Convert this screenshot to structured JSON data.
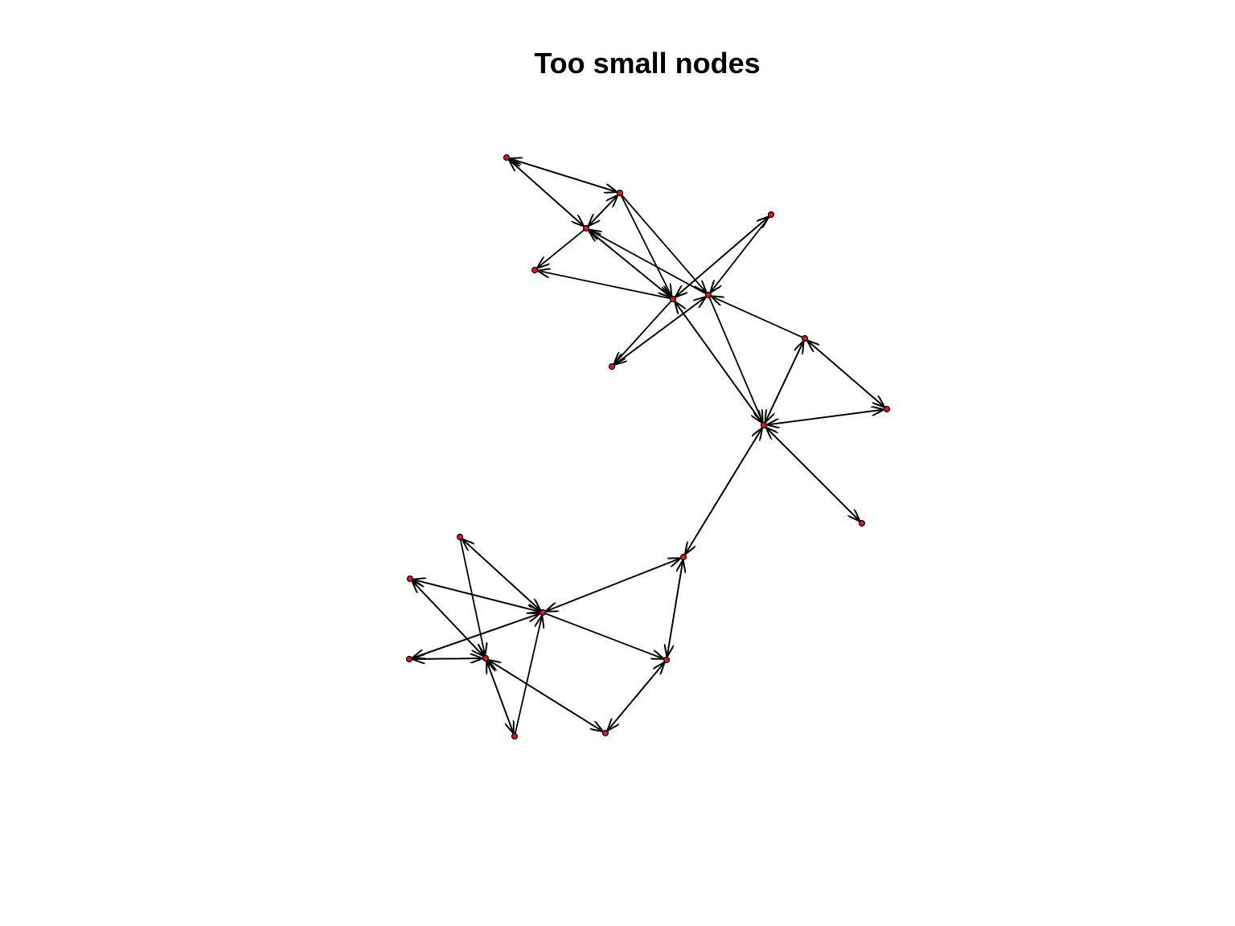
{
  "title": "Too small nodes",
  "colors": {
    "node_fill": "#e8141c",
    "node_stroke": "#000000",
    "edge": "#000000",
    "background": "#ffffff"
  },
  "graph": {
    "node_count": 21,
    "node_ids": [
      "n1",
      "n2",
      "n3",
      "n4",
      "n5",
      "n6",
      "n7",
      "n8",
      "n9",
      "n10",
      "n11",
      "n12",
      "n13",
      "n14",
      "n15",
      "n16",
      "n17",
      "n18",
      "n19",
      "n20",
      "n21"
    ],
    "edges": [
      {
        "from": "n1",
        "to": "n2"
      },
      {
        "from": "n2",
        "to": "n1"
      },
      {
        "from": "n1",
        "to": "n3"
      },
      {
        "from": "n3",
        "to": "n1"
      },
      {
        "from": "n2",
        "to": "n3"
      },
      {
        "from": "n3",
        "to": "n2"
      },
      {
        "from": "n3",
        "to": "n4"
      },
      {
        "from": "n2",
        "to": "n7"
      },
      {
        "from": "n2",
        "to": "n6"
      },
      {
        "from": "n6",
        "to": "n4"
      },
      {
        "from": "n3",
        "to": "n6"
      },
      {
        "from": "n6",
        "to": "n3"
      },
      {
        "from": "n7",
        "to": "n3"
      },
      {
        "from": "n6",
        "to": "n5"
      },
      {
        "from": "n5",
        "to": "n6"
      },
      {
        "from": "n5",
        "to": "n7"
      },
      {
        "from": "n6",
        "to": "n8"
      },
      {
        "from": "n7",
        "to": "n8"
      },
      {
        "from": "n9",
        "to": "n7"
      },
      {
        "from": "n8",
        "to": "n7"
      },
      {
        "from": "n6",
        "to": "n10"
      },
      {
        "from": "n10",
        "to": "n6"
      },
      {
        "from": "n7",
        "to": "n10"
      },
      {
        "from": "n9",
        "to": "n11"
      },
      {
        "from": "n11",
        "to": "n9"
      },
      {
        "from": "n10",
        "to": "n9"
      },
      {
        "from": "n9",
        "to": "n10"
      },
      {
        "from": "n11",
        "to": "n10"
      },
      {
        "from": "n10",
        "to": "n11"
      },
      {
        "from": "n10",
        "to": "n12"
      },
      {
        "from": "n12",
        "to": "n10"
      },
      {
        "from": "n10",
        "to": "n13"
      },
      {
        "from": "n13",
        "to": "n10"
      },
      {
        "from": "n13",
        "to": "n15"
      },
      {
        "from": "n15",
        "to": "n13"
      },
      {
        "from": "n13",
        "to": "n19"
      },
      {
        "from": "n19",
        "to": "n13"
      },
      {
        "from": "n15",
        "to": "n14"
      },
      {
        "from": "n14",
        "to": "n15"
      },
      {
        "from": "n15",
        "to": "n16"
      },
      {
        "from": "n16",
        "to": "n15"
      },
      {
        "from": "n15",
        "to": "n17"
      },
      {
        "from": "n17",
        "to": "n15"
      },
      {
        "from": "n15",
        "to": "n19"
      },
      {
        "from": "n16",
        "to": "n18"
      },
      {
        "from": "n18",
        "to": "n16"
      },
      {
        "from": "n17",
        "to": "n18"
      },
      {
        "from": "n18",
        "to": "n17"
      },
      {
        "from": "n14",
        "to": "n18"
      },
      {
        "from": "n18",
        "to": "n20"
      },
      {
        "from": "n20",
        "to": "n18"
      },
      {
        "from": "n18",
        "to": "n21"
      },
      {
        "from": "n21",
        "to": "n18"
      },
      {
        "from": "n20",
        "to": "n15"
      },
      {
        "from": "n21",
        "to": "n19"
      },
      {
        "from": "n19",
        "to": "n21"
      }
    ]
  }
}
